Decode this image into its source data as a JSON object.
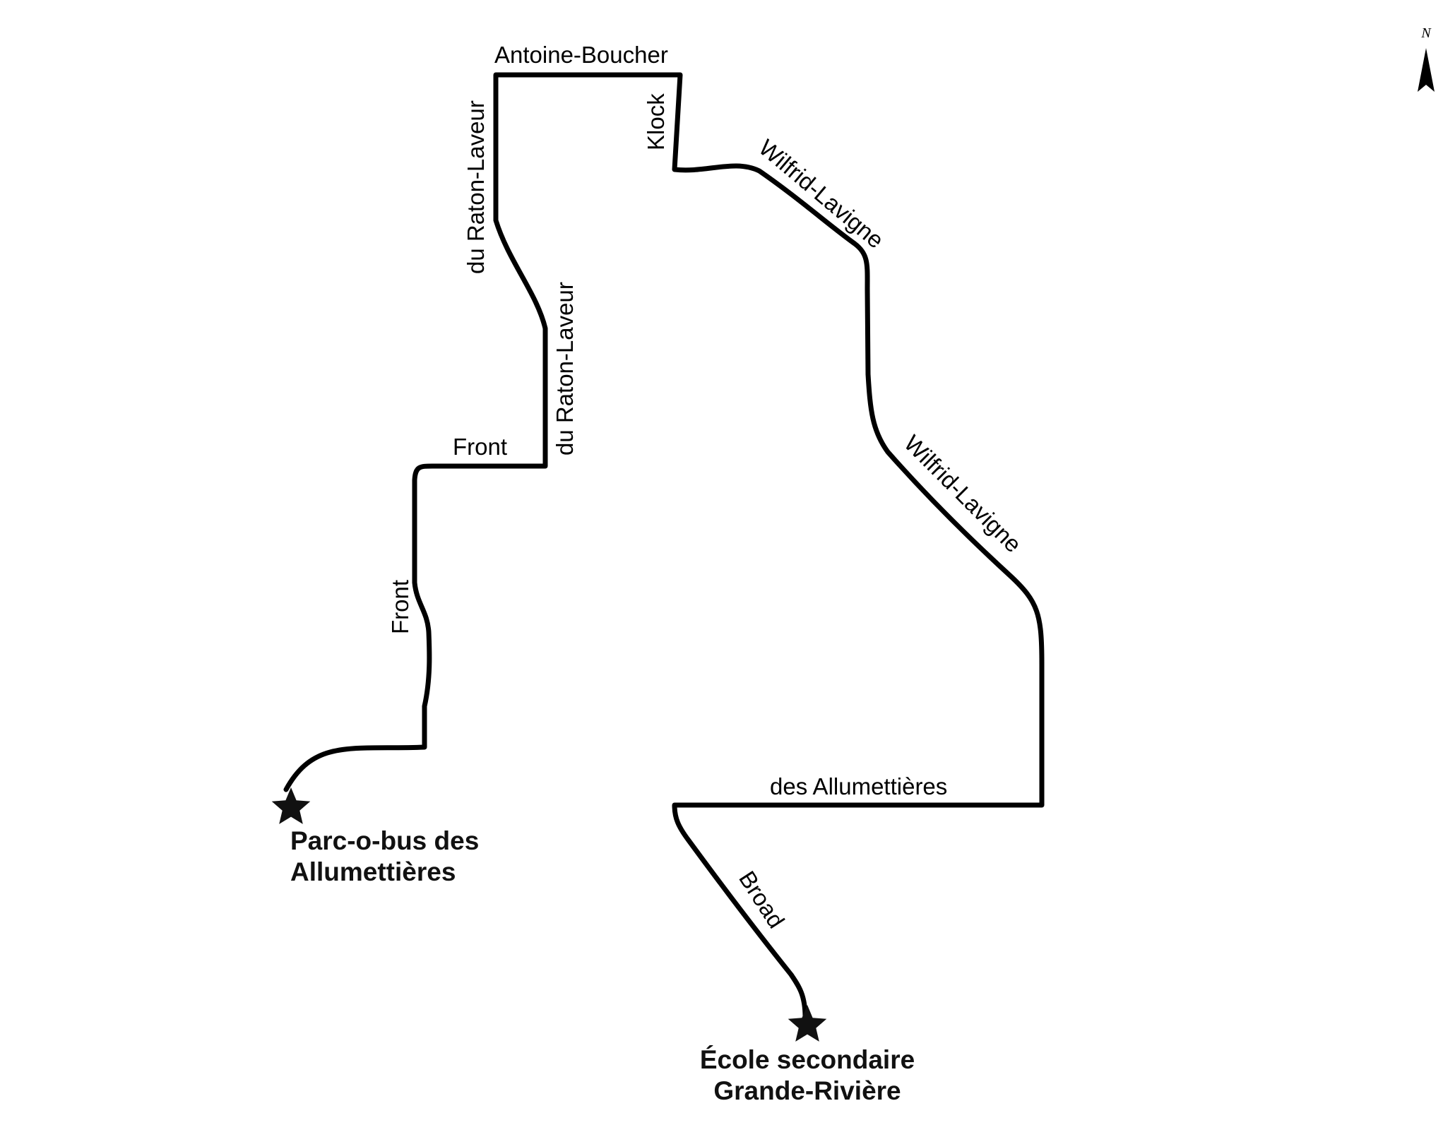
{
  "north": {
    "label": "N",
    "icon": "north-arrow-icon"
  },
  "streets": {
    "antoine_boucher": "Antoine-Boucher",
    "raton_laveur_upper": "du Raton-Laveur",
    "raton_laveur_lower": "du Raton-Laveur",
    "klock": "Klock",
    "wilfrid_lavigne_upper": "Wilfrid-Lavigne",
    "wilfrid_lavigne_lower": "Wilfrid-Lavigne",
    "front_horizontal": "Front",
    "front_vertical": "Front",
    "des_allumettieres": "des Allumettières",
    "broad": "Broad"
  },
  "stops": {
    "start": {
      "line1": "Parc-o-bus des",
      "line2": "Allumettières",
      "icon": "star-icon"
    },
    "end": {
      "line1": "École secondaire",
      "line2": "Grande-Rivière",
      "icon": "star-icon"
    }
  },
  "colors": {
    "route": "#000000",
    "background": "#ffffff"
  }
}
